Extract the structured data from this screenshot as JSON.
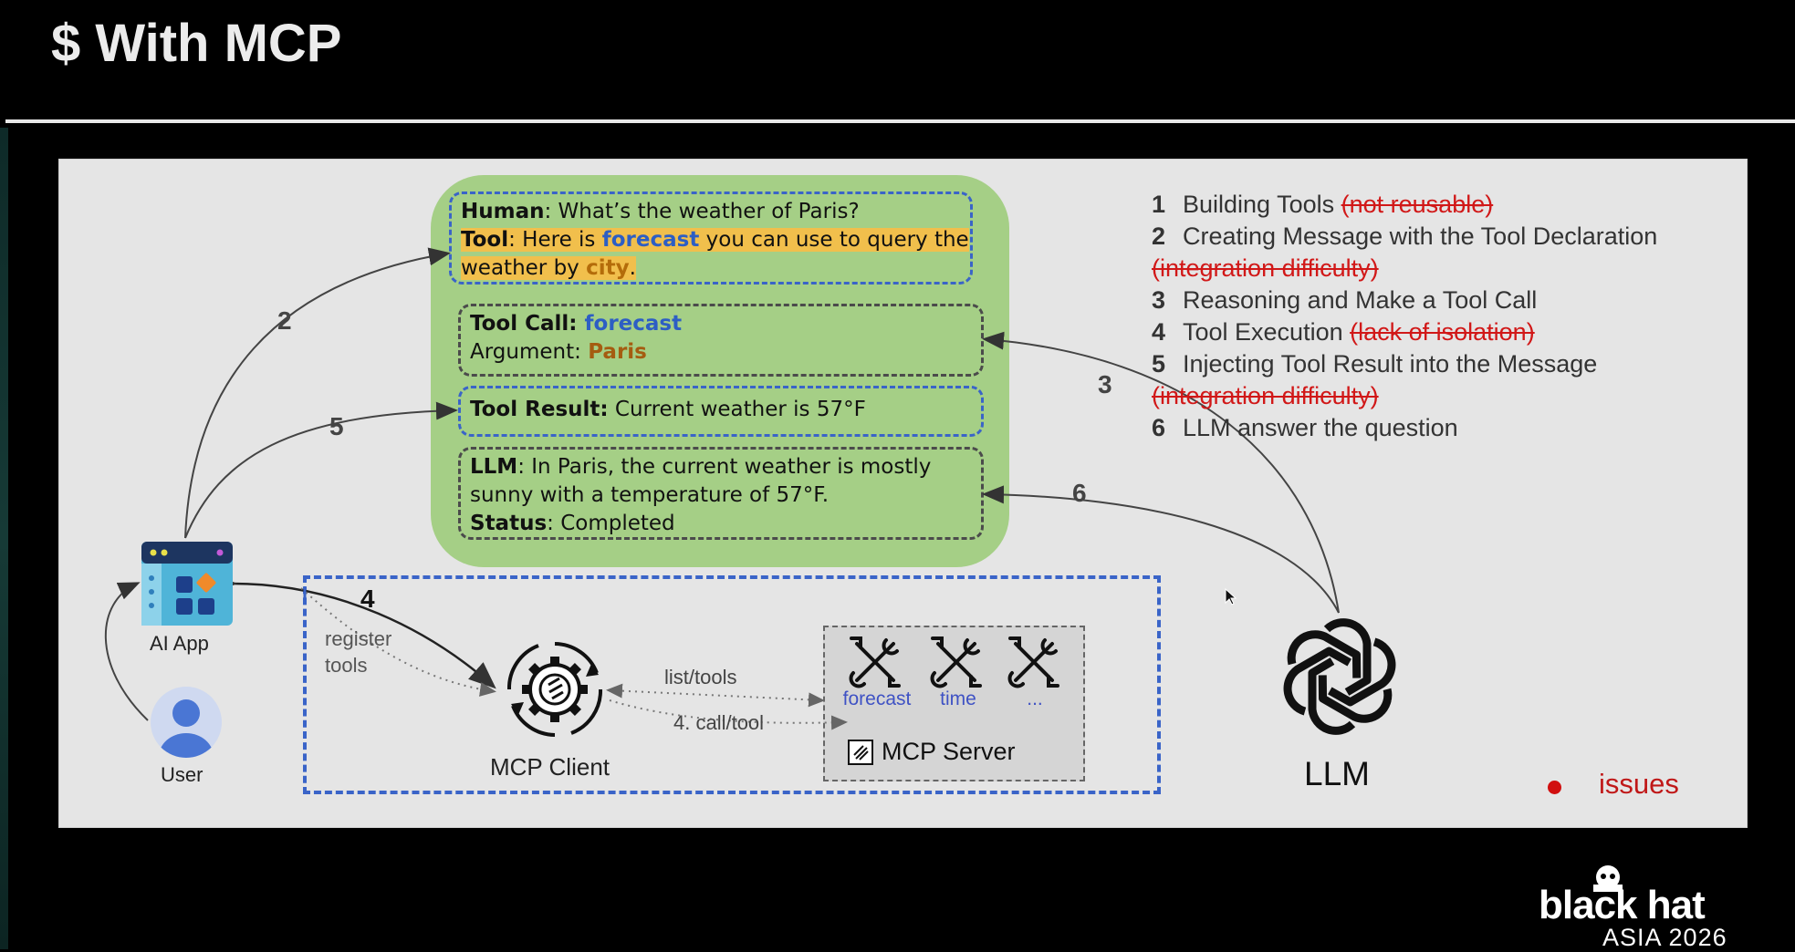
{
  "slide": {
    "title": "$ With MCP"
  },
  "messages": {
    "human_label": "Human",
    "human_text": ": What’s the weather of Paris?",
    "tool_label": "Tool",
    "tool_text_1": ": Here is ",
    "tool_keyword": "forecast",
    "tool_text_2": " you can use to query the",
    "tool_text_3": "weather by ",
    "tool_city": "city",
    "tool_text_4": ".",
    "toolcall_label": "Tool Call: ",
    "toolcall_name": "forecast",
    "argument_label": "Argument: ",
    "argument_value": "Paris",
    "toolresult_label": "Tool Result:",
    "toolresult_text": " Current weather is 57°F",
    "llm_label": "LLM",
    "llm_text": ": In Paris, the current weather is mostly",
    "llm_text_2": "sunny with a temperature of 57°F.",
    "status_label": "Status",
    "status_text": ": Completed"
  },
  "diagram": {
    "ai_app_label": "AI App",
    "user_label": "User",
    "mcp_client_label": "MCP Client",
    "mcp_server_label": "MCP Server",
    "llm_label": "LLM",
    "register_tools_1": "register",
    "register_tools_2": "tools",
    "list_tools": "list/tools",
    "call_tool": "4. call/tool",
    "tools": [
      "forecast",
      "time",
      "..."
    ],
    "step_labels": [
      "2",
      "5",
      "3",
      "6",
      "4"
    ]
  },
  "steps": [
    {
      "num": "1",
      "text": "Building Tools ",
      "issue": "(not reusable)"
    },
    {
      "num": "2",
      "text": "Creating Message with the Tool Declaration",
      "issue": "(integration difficulty)"
    },
    {
      "num": "3",
      "text": "Reasoning and Make a Tool Call",
      "issue": ""
    },
    {
      "num": "4",
      "text": "Tool Execution ",
      "issue": "(lack of isolation)"
    },
    {
      "num": "5",
      "text": "Injecting Tool Result into the Message",
      "issue": "(integration difficulty)"
    },
    {
      "num": "6",
      "text": "LLM answer the question",
      "issue": ""
    }
  ],
  "legend": {
    "label": "issues",
    "color": "#d10f0f"
  },
  "branding": {
    "logo_text": "black hat",
    "event": "ASIA 2026"
  },
  "colors": {
    "background": "#000000",
    "panel": "#e5e5e5",
    "chat_box": "#a5cf86",
    "accent_blue": "#3a64c8",
    "highlight": "#f1bf4c",
    "issue_red": "#d11818"
  }
}
